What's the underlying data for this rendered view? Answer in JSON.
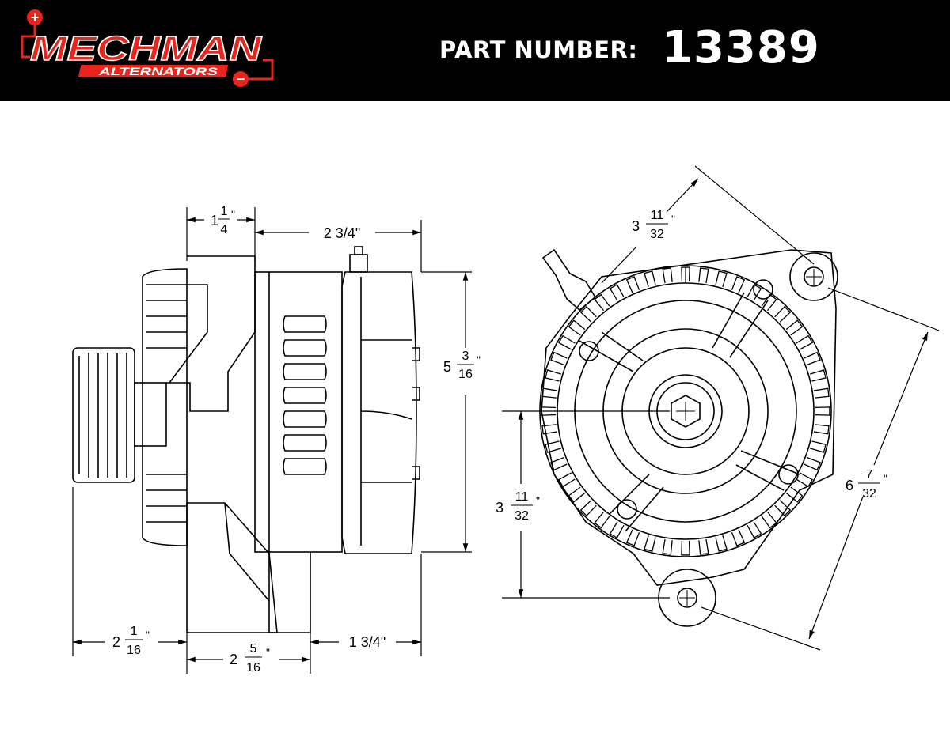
{
  "brand": {
    "name": "MECHMAN",
    "tagline": "ALTERNATORS",
    "red": "#e8251c",
    "plus_symbol": "+",
    "minus_symbol": "−"
  },
  "header": {
    "part_number_label": "PART NUMBER:",
    "part_number": "13389"
  },
  "dimensions": {
    "side_pulley_offset": {
      "whole": "1",
      "num": "1",
      "den": "4",
      "unit": "\""
    },
    "side_body_length": {
      "text": "2 3/4\""
    },
    "side_height": {
      "whole": "5",
      "num": "3",
      "den": "16",
      "unit": "\""
    },
    "side_bottom_left": {
      "whole": "2",
      "num": "1",
      "den": "16",
      "unit": "\""
    },
    "side_bottom_mid": {
      "whole": "2",
      "num": "5",
      "den": "16",
      "unit": "\""
    },
    "side_bottom_right": {
      "text": "1 3/4\""
    },
    "front_top_ear": {
      "whole": "3",
      "num": "11",
      "den": "32",
      "unit": "\""
    },
    "front_lower": {
      "whole": "3",
      "num": "11",
      "den": "32",
      "unit": "\""
    },
    "front_diagonal": {
      "whole": "6",
      "num": "7",
      "den": "32",
      "unit": "\""
    }
  }
}
